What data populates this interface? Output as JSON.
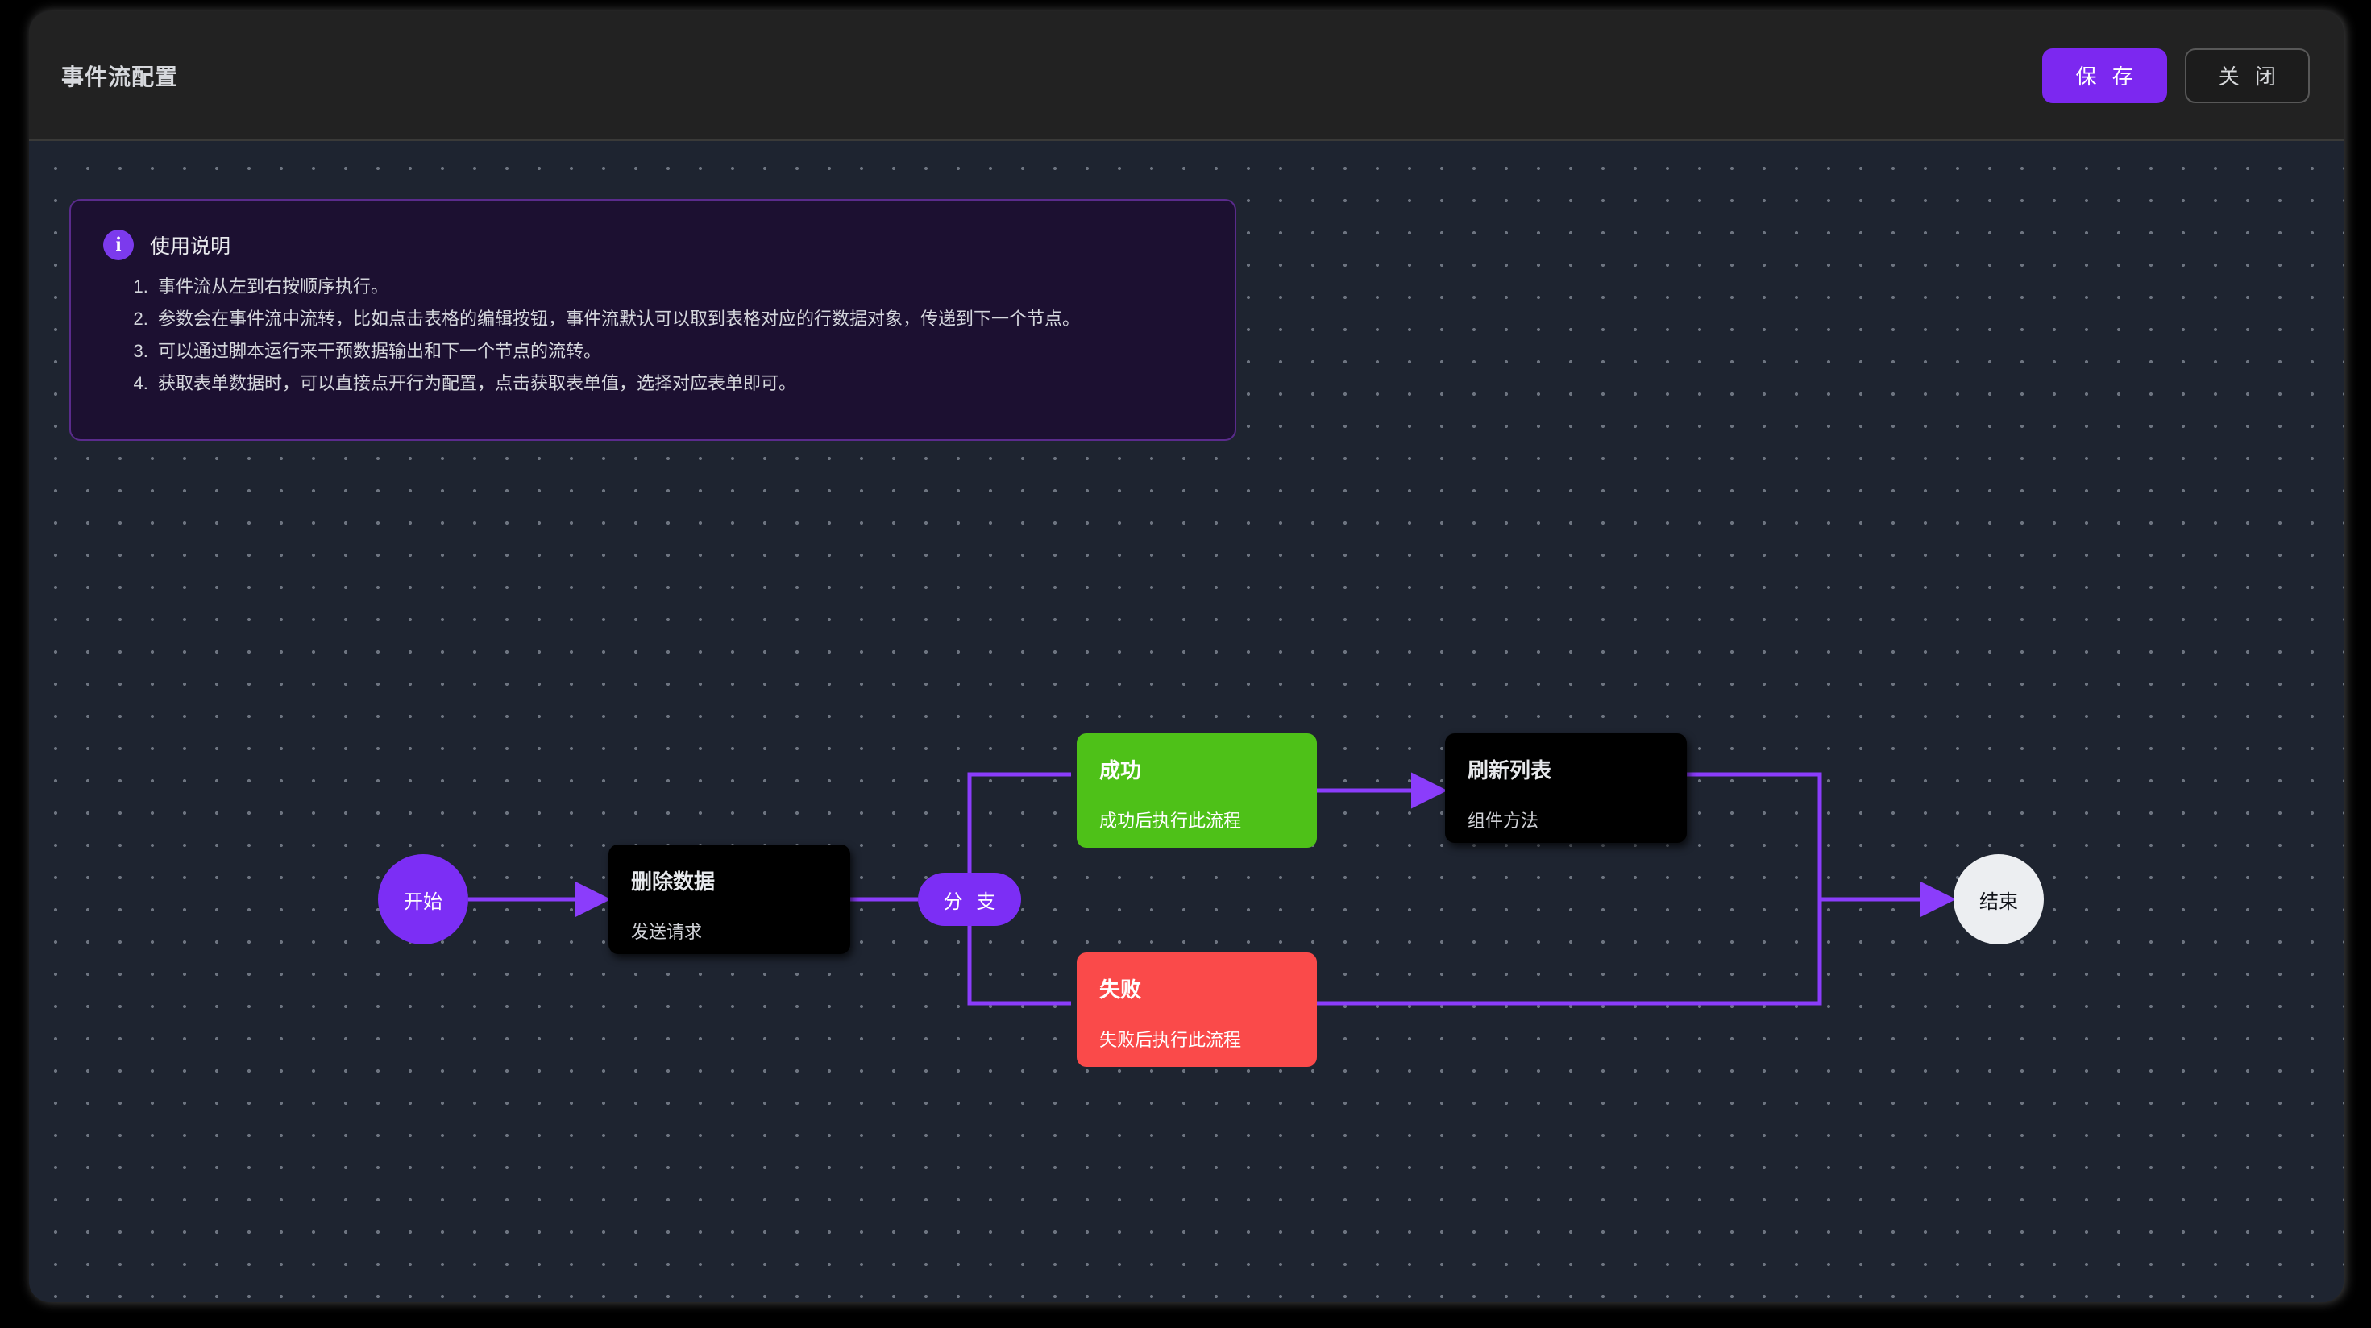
{
  "header": {
    "title": "事件流配置",
    "save_label": "保 存",
    "close_label": "关 闭"
  },
  "info_panel": {
    "icon": "info-icon",
    "title": "使用说明",
    "items": [
      "事件流从左到右按顺序执行。",
      "参数会在事件流中流转，比如点击表格的编辑按钮，事件流默认可以取到表格对应的行数据对象，传递到下一个节点。",
      "可以通过脚本运行来干预数据输出和下一个节点的流转。",
      "获取表单数据时，可以直接点开行为配置，点击获取表单值，选择对应表单即可。"
    ]
  },
  "flow": {
    "nodes": {
      "start": {
        "label": "开始"
      },
      "delete": {
        "title": "删除数据",
        "subtitle": "发送请求"
      },
      "branch": {
        "label": "分 支"
      },
      "success": {
        "title": "成功",
        "subtitle": "成功后执行此流程"
      },
      "failure": {
        "title": "失败",
        "subtitle": "失败后执行此流程"
      },
      "refresh": {
        "title": "刷新列表",
        "subtitle": "组件方法"
      },
      "end": {
        "label": "结束"
      }
    }
  },
  "colors": {
    "accent": "#7c2ef5",
    "success": "#4ec118",
    "failure": "#fa4a4a",
    "canvas_bg": "#1e2430",
    "header_bg": "#222222",
    "info_bg": "#1c1031",
    "info_border": "#5a2b8c",
    "edge": "#8b3dfb"
  }
}
